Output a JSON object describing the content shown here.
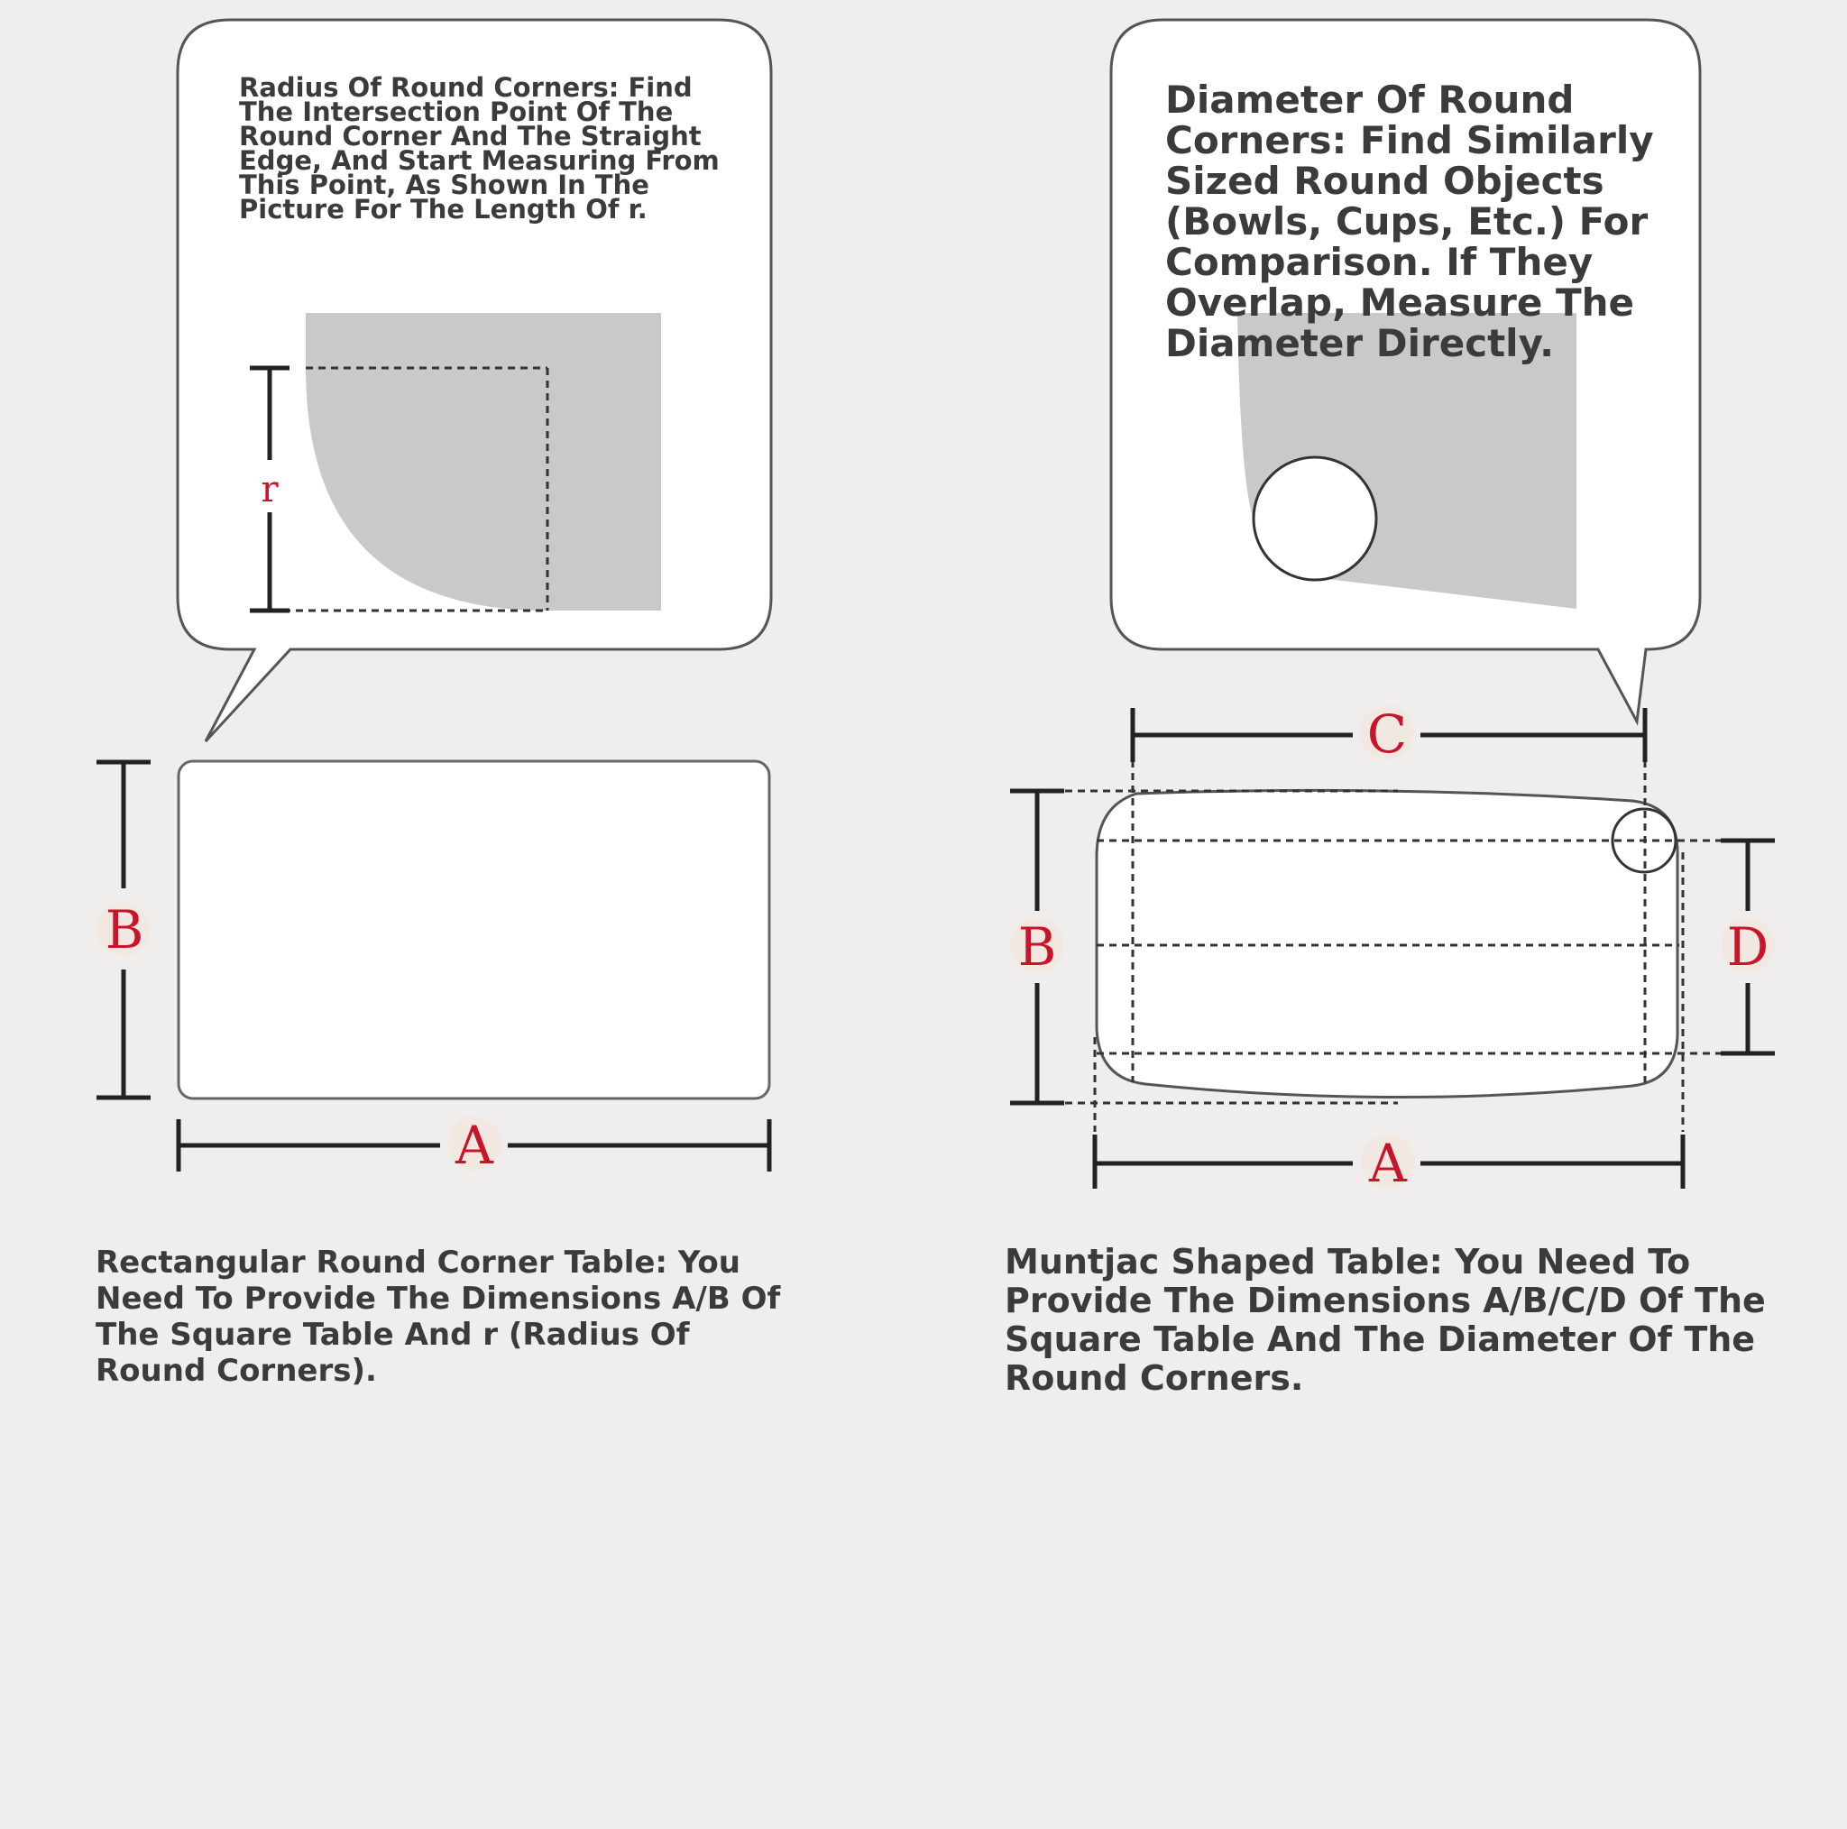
{
  "left_panel": {
    "callout_text": "Radius Of Round Corners: Find The Intersection Point Of The Round Corner And The Straight Edge, And Start Measuring From This Point, As Shown In The Picture For The Length Of r.",
    "radius_label": "r",
    "dimension_labels": {
      "height": "B",
      "width": "A"
    },
    "caption": "Rectangular Round Corner Table: You Need To Provide The Dimensions A/B Of The Square Table And r (Radius Of Round Corners)."
  },
  "right_panel": {
    "callout_text": "Diameter Of Round Corners: Find Similarly Sized Round Objects (Bowls, Cups, Etc.) For Comparison. If They Overlap, Measure The Diameter Directly.",
    "dimension_labels": {
      "top": "C",
      "left": "B",
      "right": "D",
      "bottom": "A"
    },
    "caption": "Muntjac Shaped Table: You Need To Provide The Dimensions A/B/C/D Of The Square Table And The Diameter Of The Round Corners."
  },
  "colors": {
    "background": "#efeeec",
    "label_red": "#c8152a",
    "shape_gray": "#c9c9c9",
    "line_dark": "#222222",
    "text_dark": "#3b3b3b"
  }
}
